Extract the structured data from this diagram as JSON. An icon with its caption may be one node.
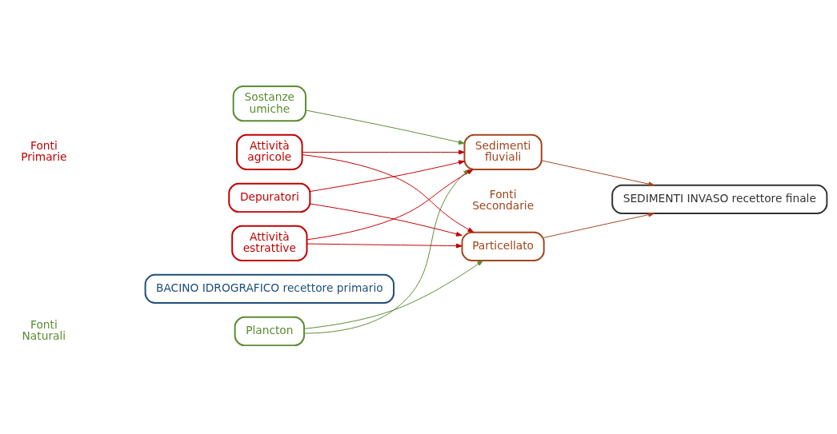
{
  "diagram": {
    "nodes": [
      {
        "text": [
          "BACINO IDROGRAFICO recettore primario"
        ]
      },
      {
        "text": [
          "Plancton"
        ]
      },
      {
        "text": [
          "Sostanze umiche"
        ]
      },
      {
        "text": [
          "Attività estrattive"
        ]
      },
      {
        "text": [
          "Attività agricole"
        ]
      },
      {
        "text": [
          "Depuratori"
        ]
      },
      {
        "text": [
          "Particellato"
        ]
      },
      {
        "text": [
          "Sedimenti fluviali"
        ]
      },
      {
        "text": [
          "SEDIMENTI INVASO recettore finale"
        ]
      }
    ],
    "edges": [
      {
        "from": 1,
        "to": 6,
        "arrow": "to",
        "color": "#5b8c32"
      },
      {
        "from": 1,
        "to": 7,
        "arrow": "to",
        "color": "#5b8c32"
      },
      {
        "from": 2,
        "to": 7,
        "arrow": "to",
        "color": "#5b8c32"
      },
      {
        "from": 3,
        "to": 6,
        "arrow": "to"
      },
      {
        "from": 3,
        "to": 7,
        "arrow": "to"
      },
      {
        "from": 4,
        "to": 6,
        "arrow": "to"
      },
      {
        "from": 4,
        "to": 7,
        "arrow": "to"
      },
      {
        "from": 5,
        "to": 6,
        "arrow": "to"
      },
      {
        "from": 5,
        "to": 7,
        "arrow": "to"
      },
      {
        "from": 6,
        "to": 8,
        "arrow": "to",
        "color": "#a0461e"
      },
      {
        "from": 7,
        "to": 8,
        "arrow": "to",
        "color": "#a0461e"
      }
    ],
    "labels": [
      "Fonti Naturali",
      "Fonti Secondarie",
      "Fonti Primarie"
    ]
  }
}
